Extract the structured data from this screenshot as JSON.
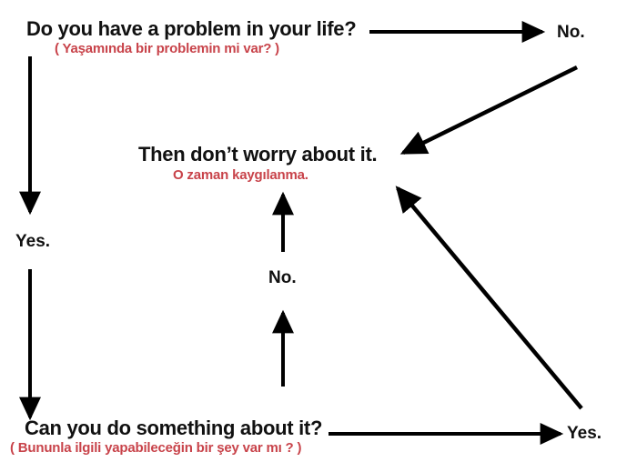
{
  "diagram": {
    "title": "Worry Flowchart (English / Turkish)",
    "background_color": "#ffffff",
    "text_color": "#111111",
    "accent_color": "#c8434a",
    "nodes": {
      "question_1": {
        "en": "Do you have a problem in your life?",
        "tr": "( Yaşamında bir problemin mi var? )"
      },
      "answer": {
        "en": "Then don’t worry about it.",
        "tr": "O zaman kaygılanma."
      },
      "question_2": {
        "en": "Can you do something about it?",
        "tr": "( Bununla ilgili yapabileceğin bir şey var mı ? )"
      }
    },
    "edge_labels": {
      "no_top": "No.",
      "yes_left": "Yes.",
      "no_center": "No.",
      "yes_bottom": "Yes."
    },
    "edges": [
      {
        "name": "q1-to-no-right",
        "from": "question_1",
        "to": "no_top",
        "label": "No.",
        "direction": "right"
      },
      {
        "name": "no-right-to-answer",
        "from": "no_top",
        "to": "answer",
        "label": "",
        "direction": "diagonal-down-left"
      },
      {
        "name": "q1-to-yes-down",
        "from": "question_1",
        "to": "yes_left",
        "label": "Yes.",
        "direction": "down"
      },
      {
        "name": "yes-left-to-q2",
        "from": "yes_left",
        "to": "question_2",
        "label": "",
        "direction": "down"
      },
      {
        "name": "q2-to-no-up",
        "from": "question_2",
        "to": "no_center",
        "label": "No.",
        "direction": "up"
      },
      {
        "name": "no-center-to-answer",
        "from": "no_center",
        "to": "answer",
        "label": "",
        "direction": "up"
      },
      {
        "name": "q2-to-yes-right",
        "from": "question_2",
        "to": "yes_bottom",
        "label": "Yes.",
        "direction": "right"
      },
      {
        "name": "yes-bottom-to-answer",
        "from": "yes_bottom",
        "to": "answer",
        "label": "",
        "direction": "diagonal-up-left"
      }
    ]
  }
}
